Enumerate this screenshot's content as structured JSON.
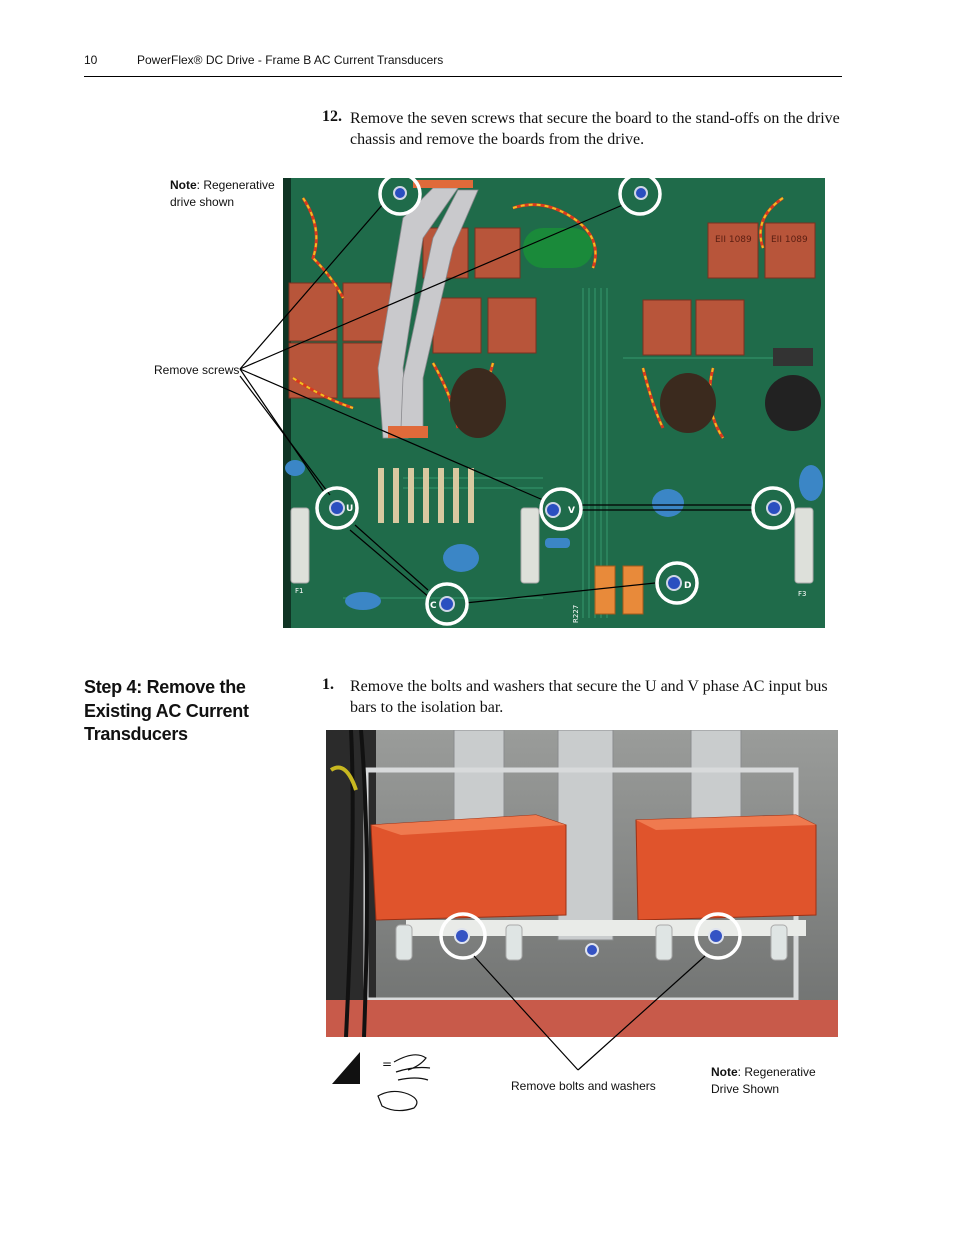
{
  "header": {
    "page_number": "10",
    "title": "PowerFlex® DC Drive - Frame B AC Current Transducers"
  },
  "step12": {
    "number": "12.",
    "text": "Remove the seven screws that secure the board to the stand-offs on the drive chassis and remove the boards from the drive."
  },
  "figure1": {
    "note_label": "Note",
    "note_text": ": Regenerative drive shown",
    "callout": "Remove screws",
    "board_labels": {
      "u": "U",
      "v": "V",
      "c": "C",
      "d": "D",
      "f1": "F1",
      "f3": "F3",
      "r227": "R227",
      "eti": "EII 1089"
    }
  },
  "section": {
    "heading": "Step 4:   Remove the Existing AC Current Transducers"
  },
  "step1": {
    "number": "1.",
    "text": "Remove the bolts and washers that secure the U and V phase AC input bus bars to the isolation bar."
  },
  "figure2": {
    "callout": "Remove bolts and washers",
    "note_label": "Note",
    "note_text": ": Regenerative Drive Shown",
    "esd_symbol": "esd-warning-icon"
  },
  "colors": {
    "pcb_green": "#1e6a48",
    "relay_red": "#b8553a",
    "transducer_orange": "#e0542c",
    "metal": "#b9bcbe"
  }
}
